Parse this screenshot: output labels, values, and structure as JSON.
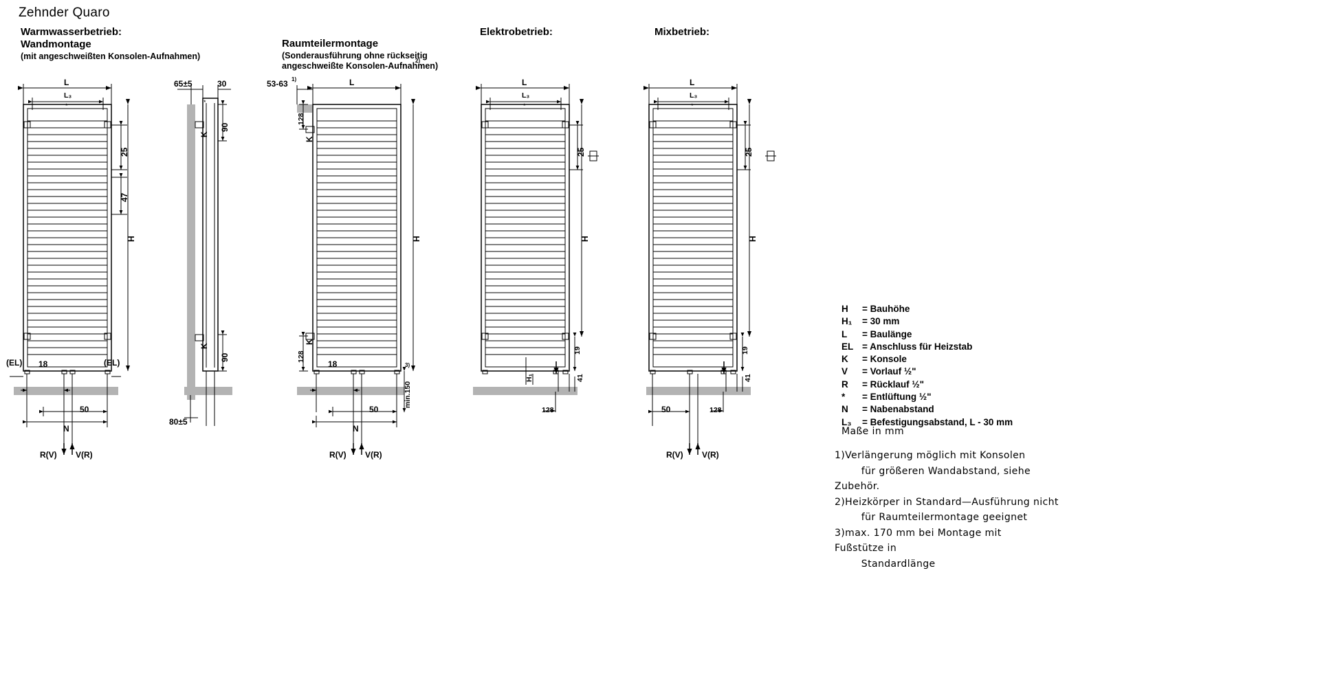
{
  "title": "Zehnder Quaro",
  "views": [
    {
      "heading": "Warmwasserbetrieb:",
      "subheading": "Wandmontage",
      "note": "(mit angeschweißten Konsolen-Aufnahmen)",
      "dims": {
        "L": "L",
        "L3": "L₃",
        "H": "H",
        "d25": "25",
        "d47": "47",
        "d18": "18",
        "d50": "50",
        "N": "N",
        "el_left": "(EL)",
        "el_right": "(EL)",
        "conn_left": "R(V)",
        "conn_right": "V(R)"
      }
    },
    {
      "heading": "",
      "dims": {
        "top_left": "65±5",
        "top_right": "30",
        "K_upper": "K",
        "K_lower": "K",
        "d90_upper": "90",
        "d90_lower": "90",
        "bottom": "80±5"
      }
    },
    {
      "heading": "Raumteilermontage",
      "note_line1": "(Sonderausführung ohne rückseitig",
      "note_line2": "angeschweißte Konsolen-Aufnahmen)",
      "note_sup": "2)",
      "dims": {
        "depth": "53-63",
        "depth_sup": "1)",
        "L": "L",
        "H": "H",
        "d128_top": "128",
        "d128_bottom": "128",
        "K_upper": "K",
        "K_lower": "K",
        "d18": "18",
        "d50": "50",
        "N": "N",
        "min150": "min.150",
        "min150_sup": "3)",
        "conn_left": "R(V)",
        "conn_right": "V(R)"
      }
    },
    {
      "heading": "Elektrobetrieb:",
      "dims": {
        "L": "L",
        "L3": "L₃",
        "H": "H",
        "d25": "25",
        "d19": "19",
        "d41": "41",
        "d128": "128",
        "H1": "H₁"
      }
    },
    {
      "heading": "Mixbetrieb:",
      "dims": {
        "L": "L",
        "L3": "L₃",
        "H": "H",
        "d25": "25",
        "d19": "19",
        "d41": "41",
        "d50": "50",
        "d128": "128",
        "conn_left": "R(V)",
        "conn_right": "V(R)"
      }
    }
  ],
  "legend": [
    {
      "sym": "H",
      "eq": "=",
      "desc": "Bauhöhe"
    },
    {
      "sym": "H₁",
      "eq": "=",
      "desc": "30 mm"
    },
    {
      "sym": "L",
      "eq": "=",
      "desc": "Baulänge"
    },
    {
      "sym": "EL",
      "eq": "=",
      "desc": "Anschluss für Heizstab"
    },
    {
      "sym": "K",
      "eq": "=",
      "desc": "Konsole"
    },
    {
      "sym": "V",
      "eq": "=",
      "desc": "Vorlauf ½\""
    },
    {
      "sym": "R",
      "eq": "=",
      "desc": "Rücklauf ½\""
    },
    {
      "sym": "*",
      "eq": "=",
      "desc": "Entlüftung ½\""
    },
    {
      "sym": "N",
      "eq": "=",
      "desc": "Nabenabstand"
    },
    {
      "sym": "L₃",
      "eq": "=",
      "desc": "Befestigungsabstand, L - 30 mm"
    }
  ],
  "units_note": "Maße in mm",
  "footnotes": [
    "1)Verlängerung möglich mit Konsolen",
    "        für größeren Wandabstand, siehe",
    "Zubehör.",
    "2)Heizkörper in Standard—Ausführung nicht",
    "        für Raumteilermontage geeignet",
    "3)max. 170 mm bei Montage mit",
    "Fußstütze in",
    "        Standardlänge"
  ],
  "colors": {
    "line": "#000000",
    "wall": "#b3b3b3",
    "background": "#ffffff"
  }
}
